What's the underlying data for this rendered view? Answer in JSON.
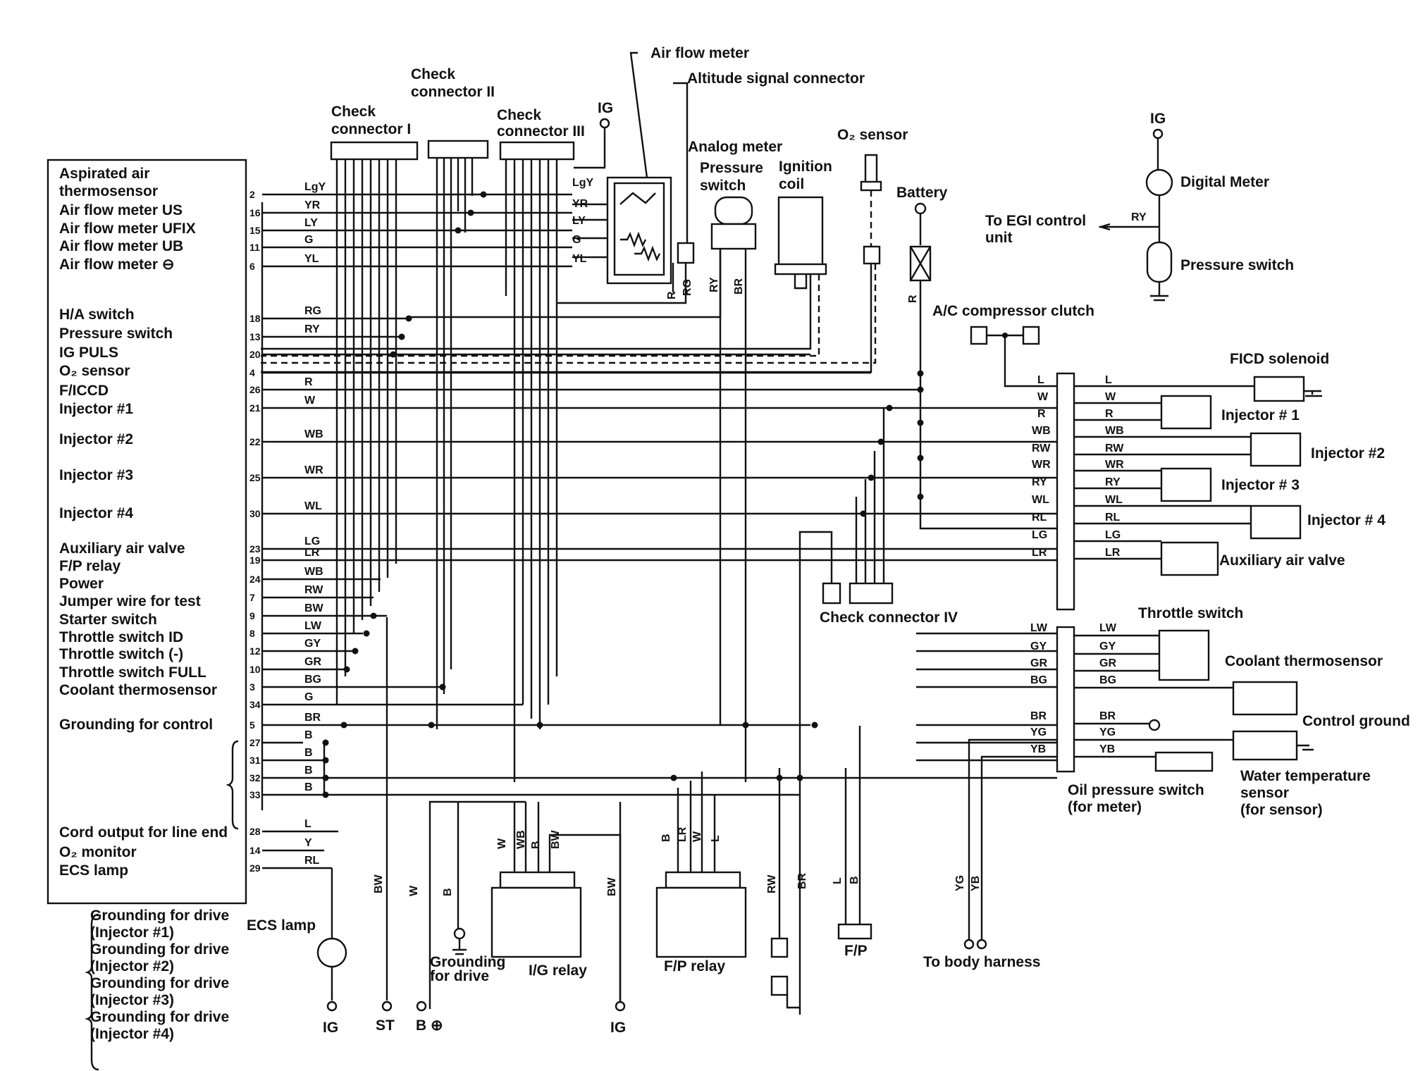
{
  "ecu_labels": [
    {
      "pin": "2",
      "wire": "LgY",
      "lines": [
        "Aspirated air",
        "thermosensor"
      ]
    },
    {
      "pin": "16",
      "wire": "YR",
      "lines": [
        "Air flow meter US"
      ]
    },
    {
      "pin": "15",
      "wire": "LY",
      "lines": [
        "Air flow meter UFIX"
      ]
    },
    {
      "pin": "11",
      "wire": "G",
      "lines": [
        "Air flow meter UB"
      ]
    },
    {
      "pin": "6",
      "wire": "YL",
      "lines": [
        "Air flow meter ⊖"
      ]
    },
    {
      "pin": "18",
      "wire": "RG",
      "lines": [
        "H/A switch"
      ]
    },
    {
      "pin": "13",
      "wire": "RY",
      "lines": [
        "Pressure switch"
      ]
    },
    {
      "pin": "20",
      "wire": "",
      "lines": [
        "IG PULS"
      ]
    },
    {
      "pin": "4",
      "wire": "",
      "lines": [
        "O₂ sensor"
      ]
    },
    {
      "pin": "26",
      "wire": "R",
      "lines": [
        "F/ICCD"
      ]
    },
    {
      "pin": "21",
      "wire": "W",
      "lines": [
        "Injector #1"
      ]
    },
    {
      "pin": "22",
      "wire": "WB",
      "lines": [
        "Injector #2"
      ]
    },
    {
      "pin": "25",
      "wire": "WR",
      "lines": [
        "Injector #3"
      ]
    },
    {
      "pin": "30",
      "wire": "WL",
      "lines": [
        "Injector #4"
      ]
    },
    {
      "pin": "23",
      "wire": "LG",
      "lines": [
        "Auxiliary air valve"
      ]
    },
    {
      "pin": "19",
      "wire": "LR",
      "lines": [
        "F/P relay"
      ]
    },
    {
      "pin": "24",
      "wire": "WB",
      "lines": [
        "Power"
      ]
    },
    {
      "pin": "7",
      "wire": "RW",
      "lines": [
        "Jumper wire for test"
      ]
    },
    {
      "pin": "9",
      "wire": "BW",
      "lines": [
        "Starter switch"
      ]
    },
    {
      "pin": "8",
      "wire": "LW",
      "lines": [
        "Throttle switch ID"
      ]
    },
    {
      "pin": "12",
      "wire": "GY",
      "lines": [
        "Throttle switch (-)"
      ]
    },
    {
      "pin": "10",
      "wire": "GR",
      "lines": [
        "Throttle switch FULL"
      ]
    },
    {
      "pin": "3",
      "wire": "BG",
      "lines": [
        "Coolant thermosensor"
      ]
    },
    {
      "pin": "34",
      "wire": "G",
      "lines": []
    },
    {
      "pin": "5",
      "wire": "BR",
      "lines": [
        "Grounding for control"
      ]
    },
    {
      "pin": "27",
      "wire": "B",
      "lines": []
    },
    {
      "pin": "31",
      "wire": "B",
      "lines": []
    },
    {
      "pin": "32",
      "wire": "B",
      "lines": []
    },
    {
      "pin": "33",
      "wire": "B",
      "lines": []
    },
    {
      "pin": "28",
      "wire": "L",
      "lines": [
        "Cord output for line end"
      ]
    },
    {
      "pin": "14",
      "wire": "Y",
      "lines": [
        "O₂ monitor"
      ]
    },
    {
      "pin": "29",
      "wire": "RL",
      "lines": [
        "ECS lamp"
      ]
    }
  ],
  "components": {
    "check_connector_1": [
      "Check",
      "connector I"
    ],
    "check_connector_2": [
      "Check",
      "connector II"
    ],
    "check_connector_3": [
      "Check",
      "connector III"
    ],
    "check_connector_4": "Check connector IV",
    "air_flow_meter": "Air flow meter",
    "altitude_signal_connector": "Altitude signal connector",
    "analog_meter": "Analog meter",
    "pressure_switch": [
      "Pressure",
      "switch"
    ],
    "ignition_coil": [
      "Ignition",
      "coil"
    ],
    "o2_sensor": "O₂ sensor",
    "battery": "Battery",
    "ig": "IG",
    "digital_meter": "Digital Meter",
    "to_egi": [
      "To EGI control",
      "unit"
    ],
    "pressure_switch_right": "Pressure switch",
    "ac_clutch": "A/C compressor clutch",
    "ficd": "FICD solenoid",
    "injector1": "Injector # 1",
    "injector2": "Injector #2",
    "injector3": "Injector # 3",
    "injector4": "Injector # 4",
    "aux_air_valve": "Auxiliary air valve",
    "throttle_switch": "Throttle switch",
    "coolant_thermosensor": "Coolant thermosensor",
    "control_ground": "Control ground",
    "water_temp": [
      "Water temperature",
      "sensor",
      "(for sensor)"
    ],
    "oil_pressure": [
      "Oil pressure switch",
      "(for meter)"
    ],
    "to_body_harness": "To body harness",
    "ecs_lamp": "ECS lamp",
    "grounding_drive": [
      "Grounding",
      "for drive"
    ],
    "ig_relay": "I/G relay",
    "fp_relay": "F/P relay",
    "fp": "F/P",
    "bottom_ig1": "IG",
    "bottom_st": "ST",
    "bottom_b": "B ⊕",
    "bottom_ig2": "IG"
  },
  "left_grounding_notes": [
    "Grounding for drive",
    "(Injector #1)",
    "Grounding for drive",
    "(Injector #2)",
    "Grounding for drive",
    "(Injector #3)",
    "Grounding for drive",
    "(Injector #4)"
  ],
  "wire_codes": {
    "afm": [
      "LgY",
      "YR",
      "LY",
      "G",
      "YL"
    ],
    "afm_vertical": [
      "R",
      "RG"
    ],
    "pressure_vertical": [
      "RY",
      "BR"
    ],
    "battery_vertical": "R",
    "digital_ry": "RY",
    "right_connector_left": [
      "L",
      "W",
      "R",
      "WB",
      "RW",
      "WR",
      "RY",
      "WL",
      "RL",
      "LG",
      "LR"
    ],
    "right_connector_right": [
      "L",
      "W",
      "R",
      "WB",
      "RW",
      "WR",
      "RY",
      "WL",
      "RL",
      "LG",
      "LR"
    ],
    "lower_connector_left": [
      "LW",
      "GY",
      "GR",
      "BG",
      "BR",
      "YG",
      "YB"
    ],
    "lower_connector_right": [
      "LW",
      "GY",
      "GR",
      "BG",
      "BR",
      "YG",
      "YB"
    ],
    "ig_relay_wires": [
      "W",
      "WB",
      "B",
      "BW"
    ],
    "fp_relay_wires": [
      "B",
      "LR",
      "W",
      "L"
    ],
    "bottom_verticals": [
      "BW",
      "W",
      "B",
      "BW",
      "RW",
      "BR",
      "L",
      "B",
      "YG",
      "YB"
    ]
  }
}
